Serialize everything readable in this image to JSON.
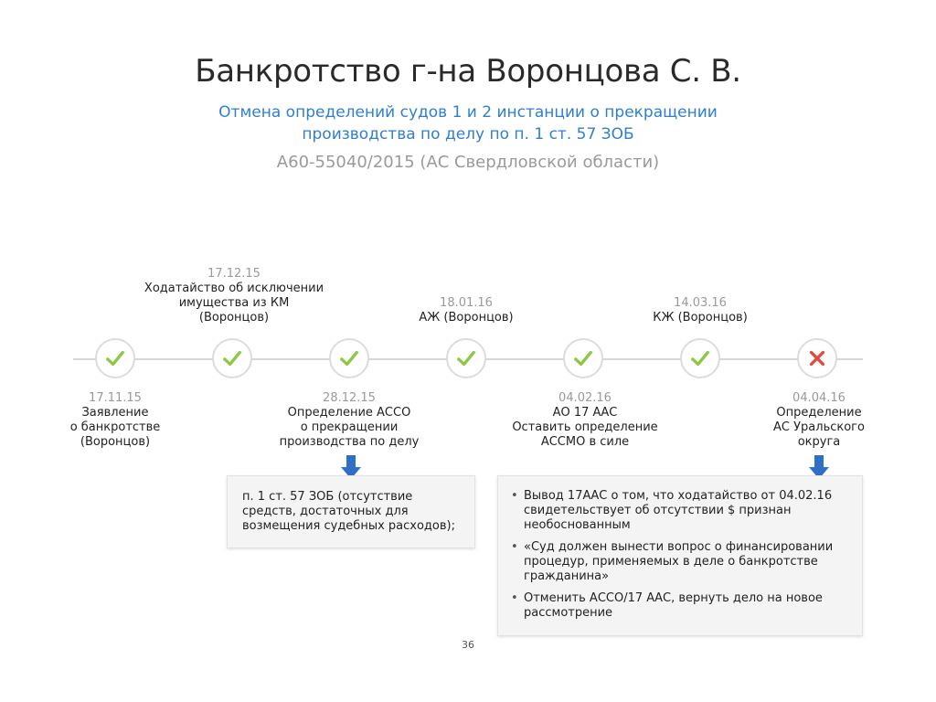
{
  "header": {
    "title": "Банкротство г-на Воронцова С. В.",
    "subtitle_line1": "Отмена определений судов 1 и 2 инстанции о прекращении",
    "subtitle_line2": "производства по делу по п. 1 ст. 57 ЗОБ",
    "case_number": "А60-55040/2015 (АС Свердловской области)"
  },
  "colors": {
    "accent": "#2f7fd1",
    "check": "#8dc63f",
    "cross": "#e04a3f",
    "muted": "#9a9a9a"
  },
  "timeline": {
    "nodes": [
      {
        "status": "check",
        "icon": "check-icon"
      },
      {
        "status": "check",
        "icon": "check-icon"
      },
      {
        "status": "check",
        "icon": "check-icon"
      },
      {
        "status": "check",
        "icon": "check-icon"
      },
      {
        "status": "check",
        "icon": "check-icon"
      },
      {
        "status": "check",
        "icon": "check-icon"
      },
      {
        "status": "cross",
        "icon": "cross-icon"
      }
    ],
    "events_below": [
      {
        "date": "17.11.15",
        "text": "Заявление\nо банкротстве\n(Воронцов)"
      },
      {
        "date": "28.12.15",
        "text": "Определение АССО\nо прекращении\nпроизводства по делу"
      },
      {
        "date": "04.02.16",
        "text": "АО 17 ААС\nОставить определение\nАССМО в силе"
      },
      {
        "date": "04.04.16",
        "text": "Определение\nАС Уральского\nокруга"
      }
    ],
    "events_above": [
      {
        "date": "17.12.15",
        "text": "Ходатайство об исключении\nимущества из КМ\n(Воронцов)"
      },
      {
        "date": "18.01.16",
        "text": "АЖ (Воронцов)"
      },
      {
        "date": "14.03.16",
        "text": "КЖ (Воронцов)"
      }
    ]
  },
  "notes": {
    "box1_text": "п. 1 ст. 57 ЗОБ (отсутствие средств, достаточных для возмещения судебных расходов);",
    "box2_items": [
      "Вывод 17ААС о том, что ходатайство от 04.02.16 свидетельствует об отсутствии $ признан необоснованным",
      "«Суд должен вынести вопрос о финансировании процедур, применяемых в деле о банкротстве гражданина»",
      "Отменить АССО/17 ААС, вернуть дело на новое рассмотрение"
    ]
  },
  "page_number": "36"
}
